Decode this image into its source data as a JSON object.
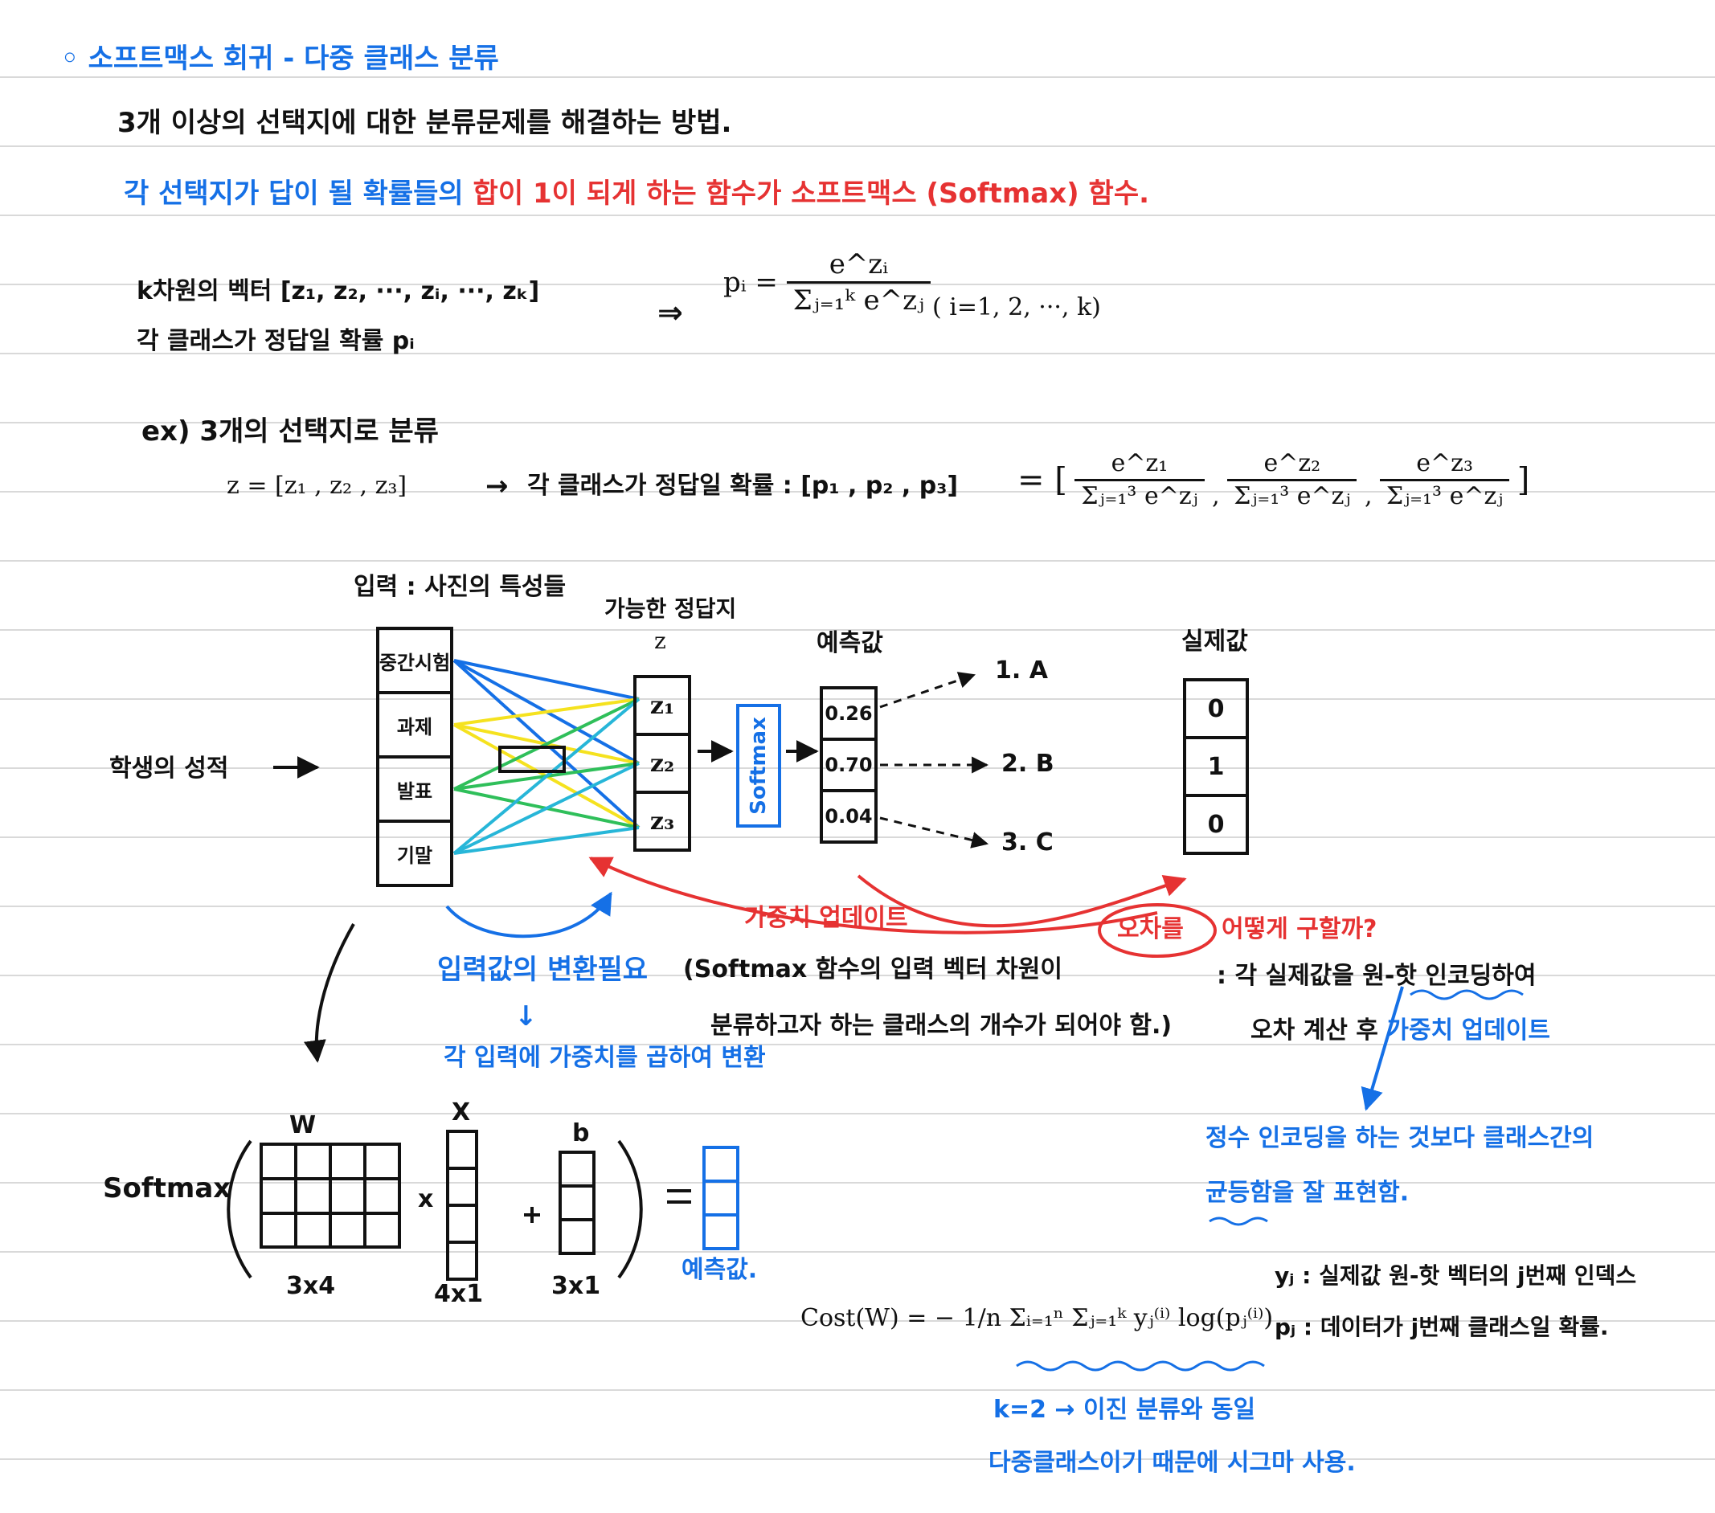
{
  "title": "◦ 소프트맥스 회귀 - 다중 클래스 분류",
  "intro": "3개 이상의 선택지에 대한 분류문제를 해결하는 방법.",
  "definition": {
    "part1": "각 선택지가 답이 될 확률들의 ",
    "part2": "합이 1이 되게 하는 함수가 ",
    "part3": "소프트맥스 (Softmax) 함수."
  },
  "formula": {
    "vector_line": "k차원의 벡터 [z₁, z₂, ···, zᵢ, ···, zₖ]",
    "prob_line": "각 클래스가 정답일 확률 pᵢ",
    "arrow": "⇒",
    "lhs": "pᵢ =",
    "numerator": "e^zᵢ",
    "denominator": "Σⱼ₌₁ᵏ e^zⱼ",
    "range": "( i=1, 2, ···, k)"
  },
  "example": {
    "label": "ex) 3개의 선택지로 분류",
    "z_vector": "z = [z₁ , z₂ , z₃]",
    "arrow": "→",
    "prob_text": "각 클래스가 정답일 확률 : [p₁ , p₂ , p₃]",
    "equals": "= [",
    "fractions": [
      {
        "num": "e^z₁",
        "den": "Σⱼ₌₁³ e^zⱼ"
      },
      {
        "num": "e^z₂",
        "den": "Σⱼ₌₁³ e^zⱼ"
      },
      {
        "num": "e^z₃",
        "den": "Σⱼ₌₁³ e^zⱼ"
      }
    ],
    "comma": ",",
    "close": "]"
  },
  "diagram": {
    "input_title": "입력 : 사진의 특성들",
    "input_cells": [
      "중간시험",
      "과제",
      "발표",
      "기말"
    ],
    "student_label": "학생의 성적",
    "student_arrow": "→",
    "candidates_title": "가능한 정답지",
    "candidates_sub": "z",
    "z_cells": [
      "z₁",
      "z₂",
      "z₃"
    ],
    "softmax_box": "Softmax",
    "pred_title": "예측값",
    "pred_cells": [
      "0.26",
      "0.70",
      "0.04"
    ],
    "classes": [
      "1. A",
      "2. B",
      "3. C"
    ],
    "actual_title": "실제값",
    "actual_cells": [
      "0",
      "1",
      "0"
    ],
    "weight_update": "가중치 업데이트",
    "error_label": "오차를",
    "error_question": "어떻게 구할까?"
  },
  "notes": {
    "input_change": "입력값의 변환필요",
    "input_change_detail1": "(Softmax 함수의 입력 벡터 차원이",
    "input_change_detail2": "분류하고자 하는 클래스의 개수가 되어야 함.)",
    "down_arrow": "↓",
    "weight_multiply": "각 입력에 가중치를 곱하여 변환",
    "error_calc1": ": 각 실제값을 원-핫 인코딩하여",
    "error_calc2": "오차 계산 후 ",
    "error_calc3": "가중치 업데이트",
    "onehot_reason1": "정수 인코딩을 하는 것보다 클래스간의",
    "onehot_reason2": "균등함을 잘 표현함."
  },
  "matrix_eq": {
    "softmax": "Softmax",
    "w_label": "W",
    "x_label": "X",
    "b_label": "b",
    "times": "x",
    "plus": "+",
    "equals": "=",
    "w_dim": "3x4",
    "x_dim": "4x1",
    "b_dim": "3x1",
    "result": "예측값."
  },
  "cost": {
    "formula": "Cost(W) = − 1/n Σᵢ₌₁ⁿ Σⱼ₌₁ᵏ yⱼ⁽ⁱ⁾ log(pⱼ⁽ⁱ⁾)",
    "y_def": "yⱼ : 실제값 원-핫 벡터의 j번째 인덱스",
    "p_def": "pⱼ : 데이터가 j번째 클래스일 확률.",
    "k2": "k=2 → 이진 분류와 동일",
    "multiclass": "다중클래스이기 때문에 시그마 사용."
  },
  "colors": {
    "blue": "#1570e6",
    "red": "#e63232",
    "yellow": "#f5e21f",
    "green": "#2fbf5a",
    "cyan": "#27b6d8",
    "line": "#d9d9d9"
  }
}
